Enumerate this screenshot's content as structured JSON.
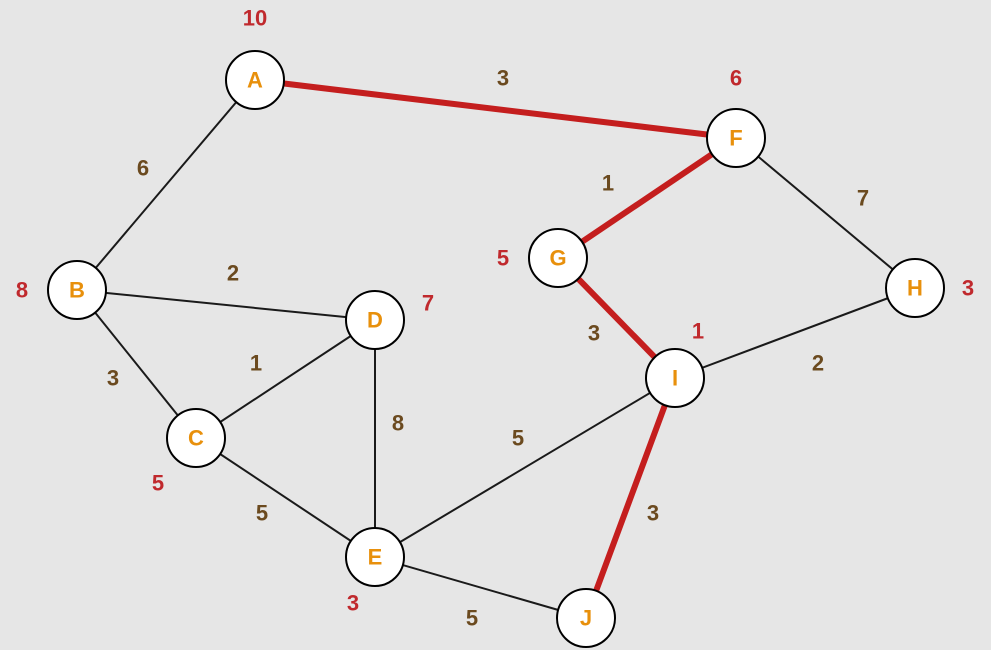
{
  "colors": {
    "background": "#e6e6e6",
    "edge": "#1a1a1a",
    "highlight_edge": "#c41e1e",
    "node_fill": "#ffffff",
    "node_label": "#e8900c",
    "weight_label": "#6b4a1f",
    "heuristic_label": "#c0292d"
  },
  "nodes": [
    {
      "id": "A",
      "label": "A",
      "value": "10"
    },
    {
      "id": "B",
      "label": "B",
      "value": "8"
    },
    {
      "id": "C",
      "label": "C",
      "value": "5"
    },
    {
      "id": "D",
      "label": "D",
      "value": "7"
    },
    {
      "id": "E",
      "label": "E",
      "value": "3"
    },
    {
      "id": "F",
      "label": "F",
      "value": "6"
    },
    {
      "id": "G",
      "label": "G",
      "value": "5"
    },
    {
      "id": "H",
      "label": "H",
      "value": "3"
    },
    {
      "id": "I",
      "label": "I",
      "value": "1"
    },
    {
      "id": "J",
      "label": "J",
      "value": "3"
    }
  ],
  "edges": [
    {
      "from": "A",
      "to": "F",
      "weight": "3",
      "highlighted": true
    },
    {
      "from": "A",
      "to": "B",
      "weight": "6",
      "highlighted": false
    },
    {
      "from": "B",
      "to": "D",
      "weight": "2",
      "highlighted": false
    },
    {
      "from": "B",
      "to": "C",
      "weight": "3",
      "highlighted": false
    },
    {
      "from": "C",
      "to": "D",
      "weight": "1",
      "highlighted": false
    },
    {
      "from": "D",
      "to": "E",
      "weight": "8",
      "highlighted": false
    },
    {
      "from": "C",
      "to": "E",
      "weight": "5",
      "highlighted": false
    },
    {
      "from": "E",
      "to": "I",
      "weight": "5",
      "highlighted": false
    },
    {
      "from": "E",
      "to": "J",
      "weight": "5",
      "highlighted": false
    },
    {
      "from": "F",
      "to": "G",
      "weight": "1",
      "highlighted": true
    },
    {
      "from": "F",
      "to": "H",
      "weight": "7",
      "highlighted": false
    },
    {
      "from": "G",
      "to": "I",
      "weight": "3",
      "highlighted": true
    },
    {
      "from": "H",
      "to": "I",
      "weight": "2",
      "highlighted": false
    },
    {
      "from": "I",
      "to": "J",
      "weight": "3",
      "highlighted": true
    }
  ]
}
